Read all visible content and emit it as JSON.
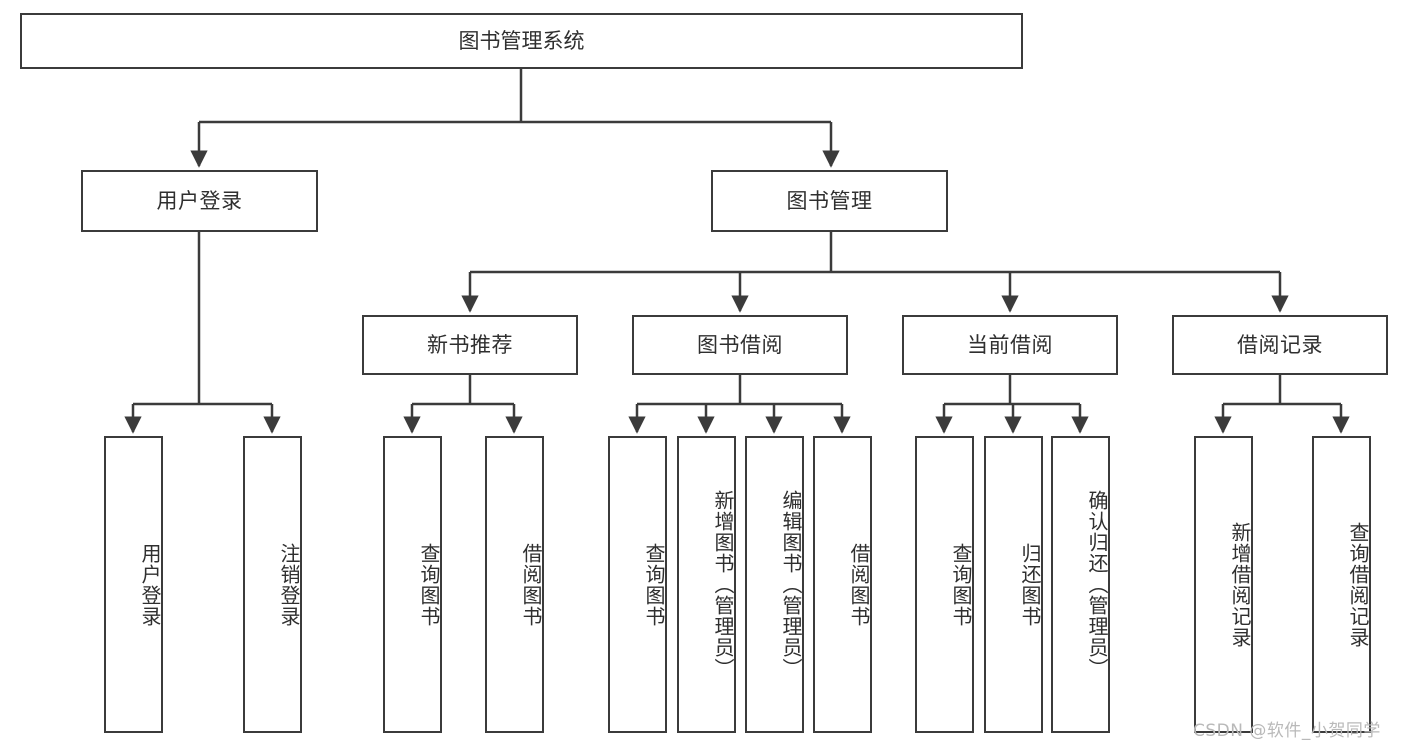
{
  "diagram": {
    "title": "图书管理系统",
    "root": {
      "label": "图书管理系统"
    },
    "level2": [
      {
        "label": "用户登录"
      },
      {
        "label": "图书管理"
      }
    ],
    "level3": [
      {
        "label": "新书推荐"
      },
      {
        "label": "图书借阅"
      },
      {
        "label": "当前借阅"
      },
      {
        "label": "借阅记录"
      }
    ],
    "leaves": {
      "user_login": [
        {
          "label": "用户登录"
        },
        {
          "label": "注销登录"
        }
      ],
      "new_book_recommend": [
        {
          "label": "查询图书"
        },
        {
          "label": "借阅图书"
        }
      ],
      "book_borrow": [
        {
          "label": "查询图书"
        },
        {
          "label": "新增图书（管理员）"
        },
        {
          "label": "编辑图书（管理员）"
        },
        {
          "label": "借阅图书"
        }
      ],
      "current_borrow": [
        {
          "label": "查询图书"
        },
        {
          "label": "归还图书"
        },
        {
          "label": "确认归还（管理员）"
        }
      ],
      "borrow_record": [
        {
          "label": "新增借阅记录"
        },
        {
          "label": "查询借阅记录"
        }
      ]
    }
  },
  "watermark": {
    "text": "CSDN @软件_小贺同学"
  },
  "colors": {
    "stroke": "#3b3b3b",
    "text": "#2f2f2f",
    "background": "#ffffff",
    "watermark": "#b9b9b9"
  }
}
